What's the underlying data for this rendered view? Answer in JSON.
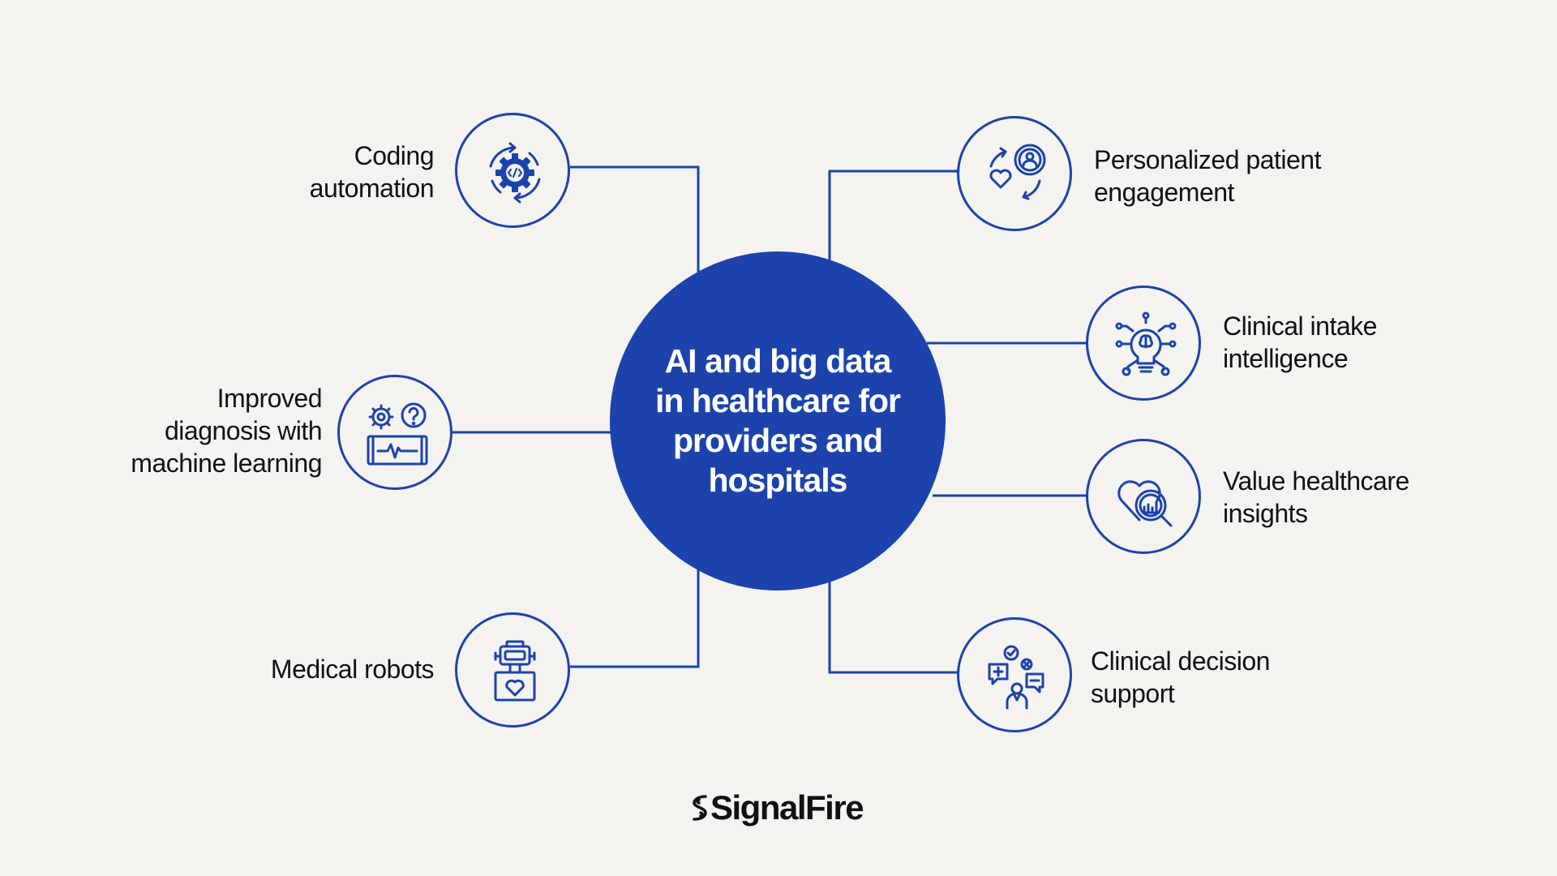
{
  "hub": {
    "title_lines": [
      "AI and big data",
      "in healthcare for",
      "providers and",
      "hospitals"
    ]
  },
  "nodes": [
    {
      "id": "coding-automation",
      "icon": "code-gear-cycle-icon",
      "lines": [
        "Coding",
        "automation"
      ]
    },
    {
      "id": "improved-diagnosis",
      "icon": "gear-question-monitor-icon",
      "lines": [
        "Improved",
        "diagnosis with",
        "machine learning"
      ]
    },
    {
      "id": "medical-robots",
      "icon": "robot-heart-icon",
      "lines": [
        "Medical robots"
      ]
    },
    {
      "id": "personalized-engagement",
      "icon": "patient-heart-cycle-icon",
      "lines": [
        "Personalized patient",
        "engagement"
      ]
    },
    {
      "id": "clinical-intake",
      "icon": "brain-lightbulb-network-icon",
      "lines": [
        "Clinical intake",
        "intelligence"
      ]
    },
    {
      "id": "value-insights",
      "icon": "heart-magnifier-chart-icon",
      "lines": [
        "Value healthcare",
        "insights"
      ]
    },
    {
      "id": "decision-support",
      "icon": "doctor-chat-bubbles-icon",
      "lines": [
        "Clinical decision",
        "support"
      ]
    }
  ],
  "brand": {
    "name": "SignalFire",
    "icon": "signalfire-logo-icon"
  },
  "colors": {
    "accent": "#1c43ab",
    "background": "#f4f3f0",
    "text": "#111111"
  }
}
